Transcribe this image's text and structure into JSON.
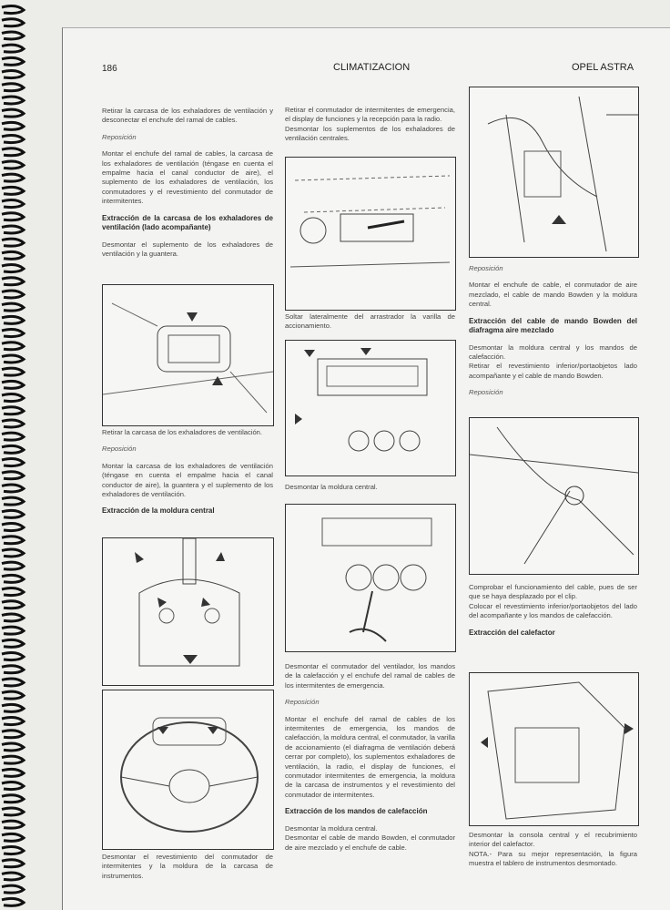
{
  "header": {
    "page_number": "186",
    "section": "CLIMATIZACION",
    "model": "OPEL ASTRA"
  },
  "left": {
    "p1": "Retirar la carcasa de los exhaladores de ventilación y desconectar el enchufe del ramal de cables.",
    "r1": "Reposición",
    "p2": "Montar el enchufe del ramal de cables, la carcasa de los exhaladores de ventilación (téngase en cuenta el empalme hacia el canal conductor de aire), el suplemento de los exhaladores de ventilación, los conmutadores y el revestimiento del conmutador de intermitentes.",
    "h1": "Extracción de la carcasa de los exhaladores de ventilación (lado acompañante)",
    "p3": "Desmontar el suplemento de los exhaladores de ventilación y la guantera.",
    "cap1": "Retirar la carcasa de los exhaladores de ventilación.",
    "r2": "Reposición",
    "p4": "Montar la carcasa de los exhaladores de ventilación (téngase en cuenta el empalme hacia el canal conductor de aire), la guantera y el suplemento de los exhaladores de ventilación.",
    "h2": "Extracción de la moldura central",
    "cap2": "Desmontar el revestimiento del conmutador de intermitentes y la moldura de la carcasa de instrumentos."
  },
  "middle": {
    "p1": "Retirar el conmutador de intermitentes de emergencia, el display de funciones y la recepción para la radio.",
    "p2": "Desmontar los suplementos de los exhaladores de ventilación centrales.",
    "cap1": "Soltar lateralmente del arrastrador la varilla de accionamiento.",
    "cap2": "Desmontar la moldura central.",
    "cap3": "Desmontar el conmutador del ventilador, los mandos de la calefacción y el enchufe del ramal de cables de los intermitentes de emergencia.",
    "r1": "Reposición",
    "p3": "Montar el enchufe del ramal de cables de los intermitentes de emergencia, los mandos de calefacción, la moldura central, el conmutador, la varilla de accionamiento (el diafragma de ventilación deberá cerrar por completo), los suplementos exhaladores de ventilación, la radio, el display de funciones, el conmutador intermitentes de emergencia, la moldura de la carcasa de instrumentos y el revestimiento del conmutador de intermitentes.",
    "h1": "Extracción de los mandos de calefacción",
    "p4": "Desmontar la moldura central.",
    "p5": "Desmontar el cable de mando Bowden, el conmutador de aire mezclado y el enchufe de cable."
  },
  "right": {
    "r1": "Reposición",
    "p1": "Montar el enchufe de cable, el conmutador de aire mezclado, el cable de mando Bowden y la moldura central.",
    "h1": "Extracción del cable de mando Bowden del diafragma aire mezclado",
    "p2": "Desmontar la moldura central y los mandos de calefacción.",
    "p3": "Retirar el revestimiento inferior/portaobjetos lado acompañante y el cable de mando Bowden.",
    "r2": "Reposición",
    "cap1": "Comprobar el funcionamiento del cable, pues de ser que se haya desplazado por el clip.",
    "p4": "Colocar el revestimiento inferior/portaobjetos del lado del acompañante y los mandos de calefacción.",
    "h2": "Extracción del calefactor",
    "cap2": "Desmontar la consola central y el recubrimiento interior del calefactor.",
    "cap3": "NOTA.- Para su mejor representación, la figura muestra el tablero de instrumentos desmontado."
  }
}
